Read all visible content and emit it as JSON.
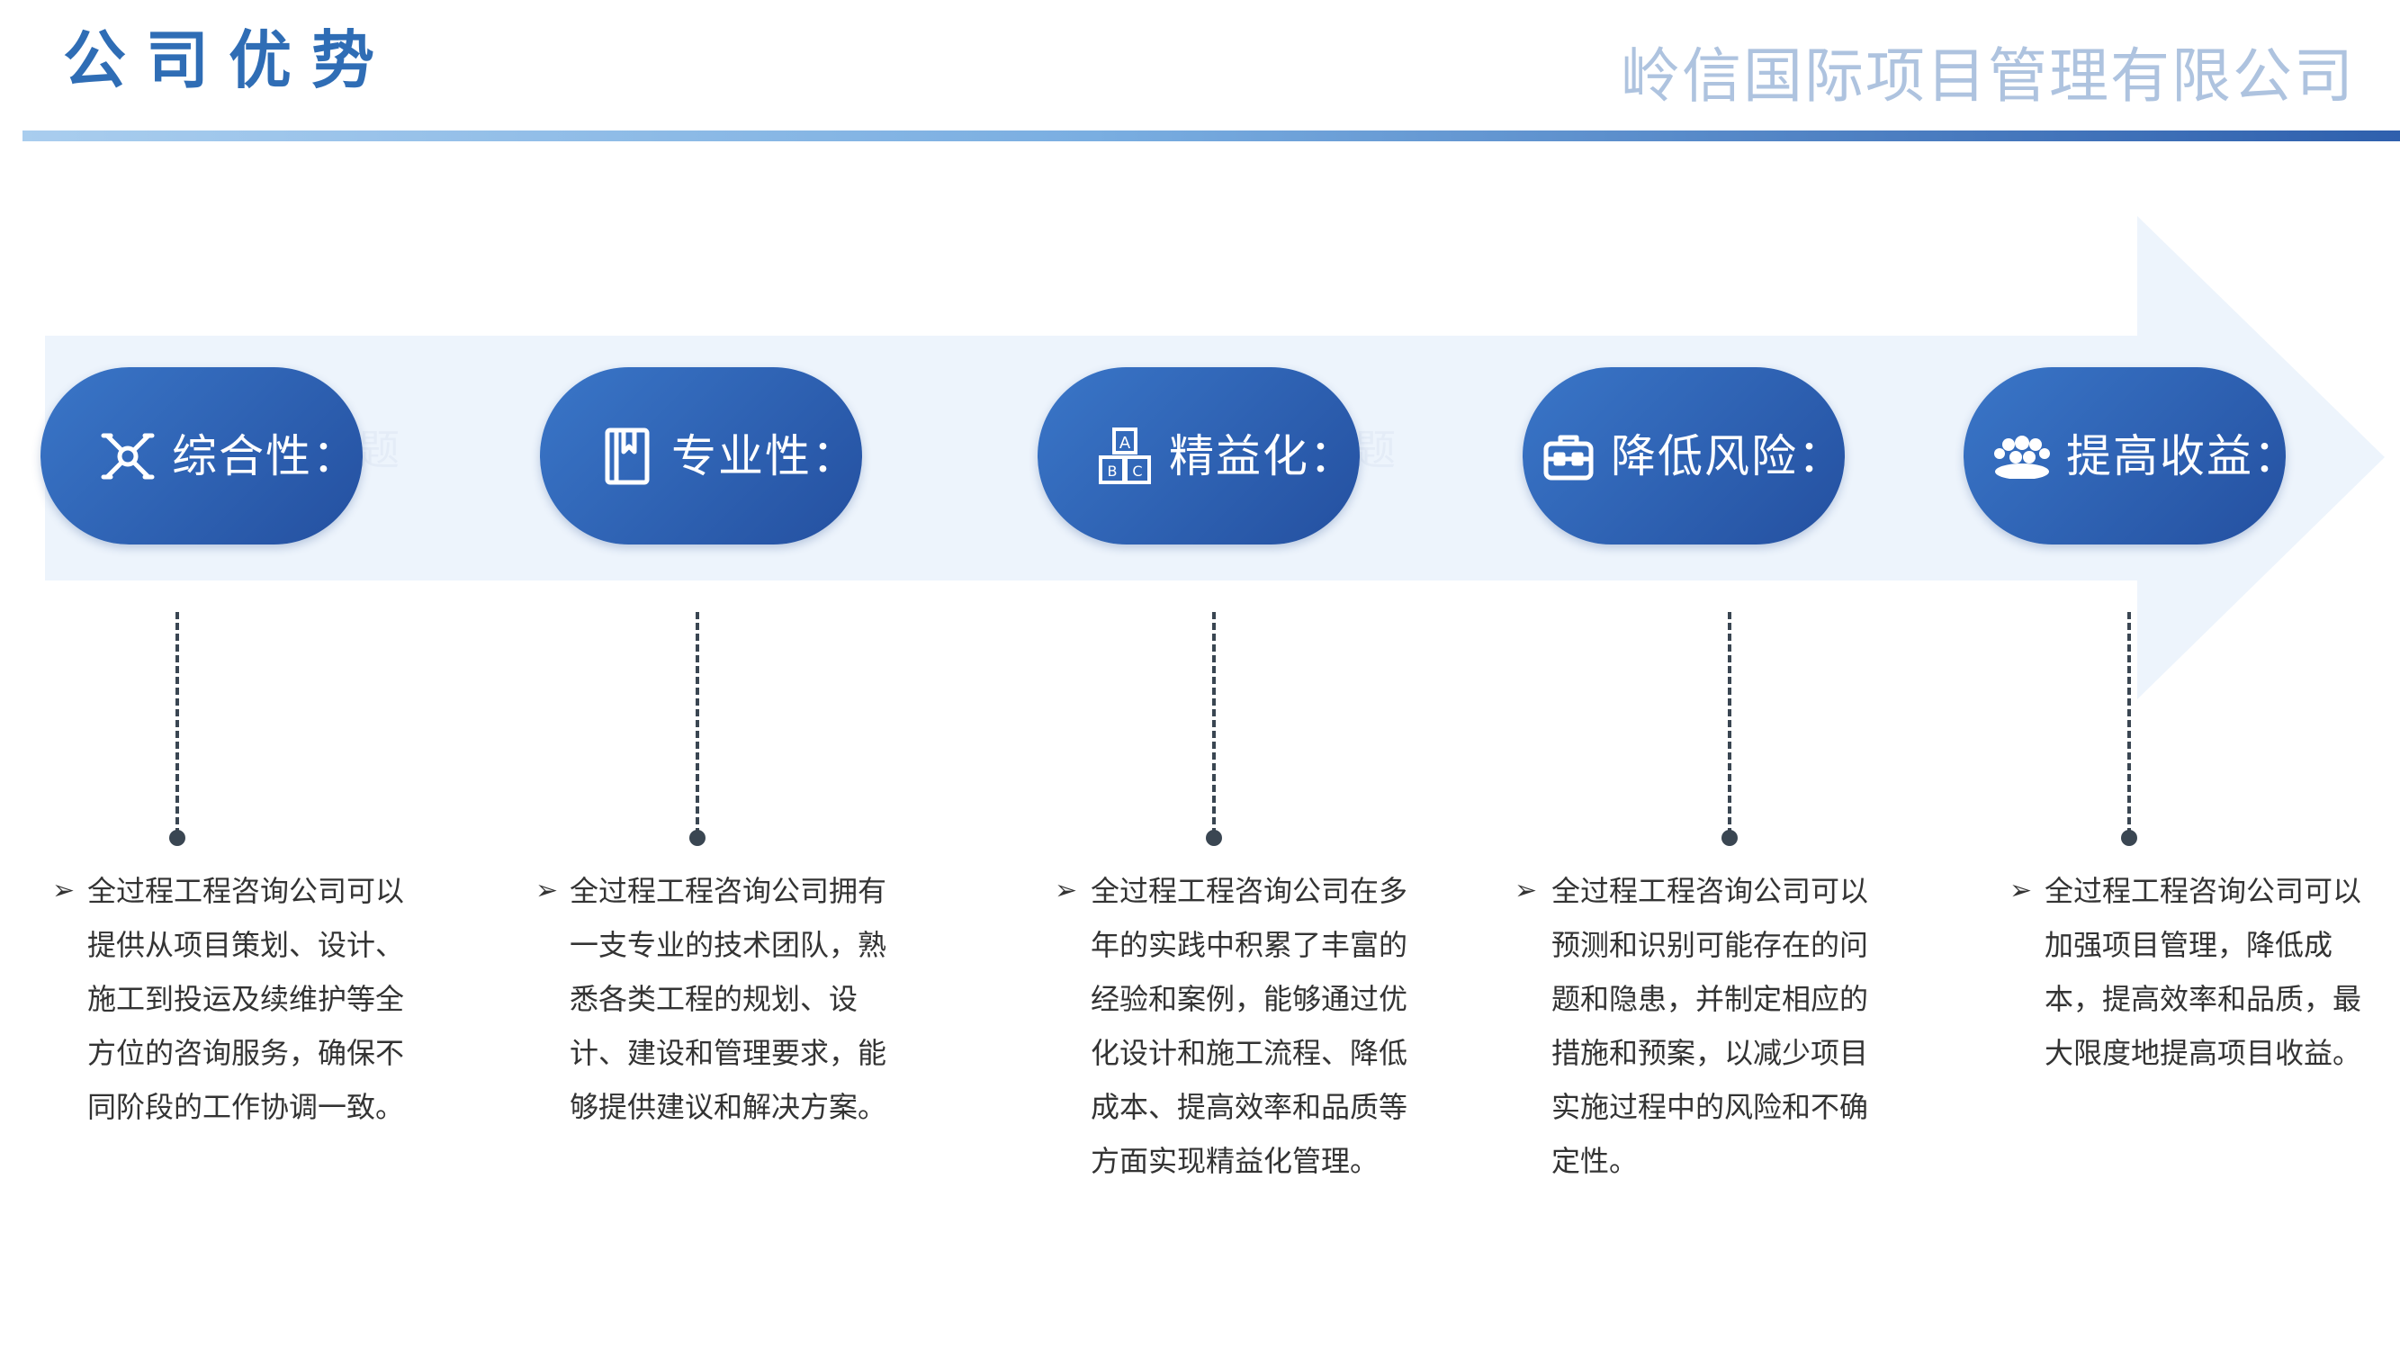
{
  "header": {
    "title": "公司优势",
    "company": "岭信国际项目管理有限公司"
  },
  "colors": {
    "title": "#2f6db5",
    "company": "#aec3df",
    "pill_start": "#3a76c8",
    "pill_end": "#2450a0",
    "arrow": "#edf4fc",
    "text": "#333333"
  },
  "steps": [
    {
      "label": "综合性：",
      "icon": "network-icon",
      "ghost": "题",
      "text": "全过程工程咨询公司可以提供从项目策划、设计、施工到投运及续维护等全方位的咨询服务，确保不同阶段的工作协调一致。"
    },
    {
      "label": "专业性：",
      "icon": "book-icon",
      "ghost": "",
      "text": "全过程工程咨询公司拥有一支专业的技术团队，熟悉各类工程的规划、设计、建设和管理要求，能够提供建议和解决方案。"
    },
    {
      "label": "精益化：",
      "icon": "blocks-icon",
      "ghost": "题",
      "text": "全过程工程咨询公司在多年的实践中积累了丰富的经验和案例，能够通过优化设计和施工流程、降低成本、提高效率和品质等方面实现精益化管理。"
    },
    {
      "label": "降低风险：",
      "icon": "briefcase-icon",
      "ghost": "",
      "text": "全过程工程咨询公司可以预测和识别可能存在的问题和隐患，并制定相应的措施和预案，以减少项目实施过程中的风险和不确定性。"
    },
    {
      "label": "提高收益：",
      "icon": "people-group-icon",
      "ghost": "",
      "text": "全过程工程咨询公司可以加强项目管理，降低成本，提高效率和品质，最大限度地提高项目收益。"
    }
  ]
}
